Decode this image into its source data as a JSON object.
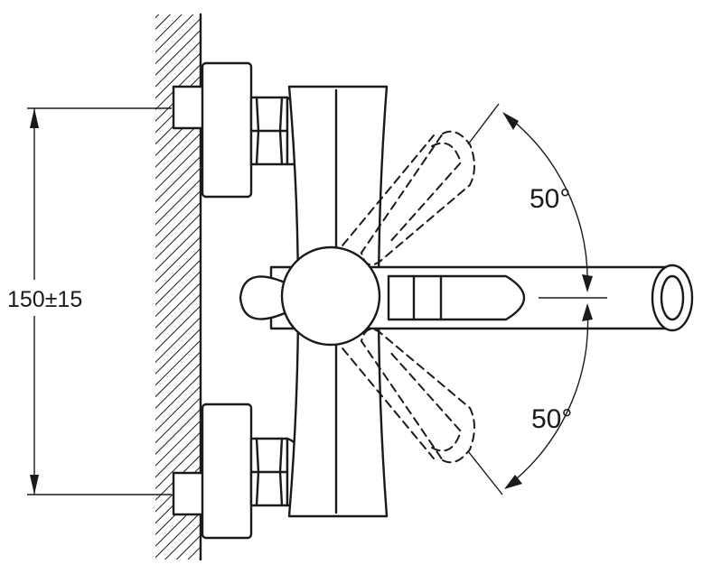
{
  "dimensions": {
    "spacing_label": "150±15"
  },
  "angles": {
    "upper_label": "50°",
    "lower_label": "50°"
  },
  "colors": {
    "line": "#1a1a1a",
    "background": "#ffffff"
  }
}
